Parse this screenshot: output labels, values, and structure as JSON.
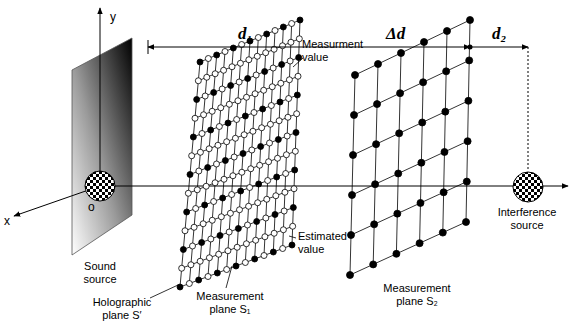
{
  "diagram": {
    "labels": [
      "y",
      "x",
      "o",
      "d₁",
      "Δd",
      "d₂",
      "Measurment value",
      "Sound source",
      "Estimated value",
      "Interference source",
      "Measurement plane S₂",
      "Holographic plane S′",
      "Measurement plane S₁"
    ]
  }
}
